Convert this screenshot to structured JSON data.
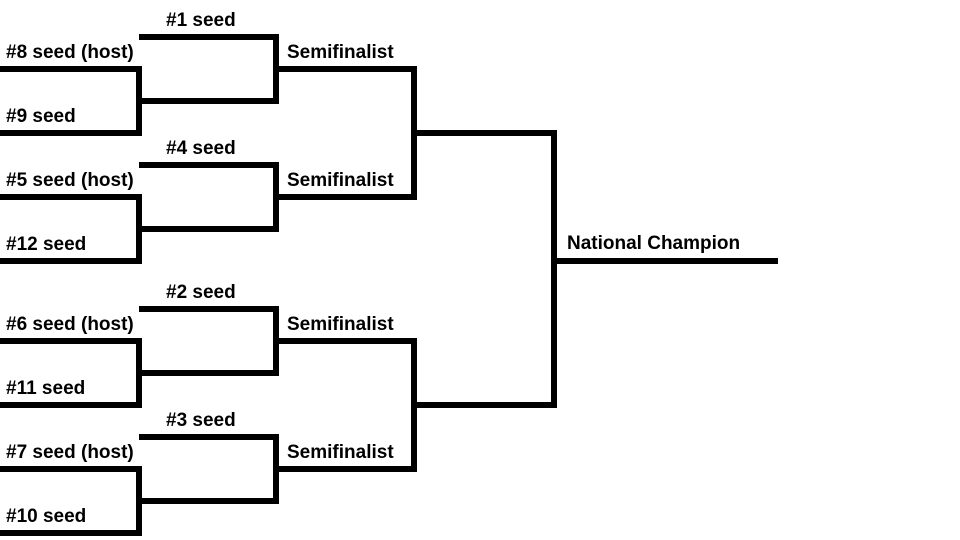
{
  "colors": {
    "line": "#000000",
    "background": "#ffffff"
  },
  "first_round": [
    {
      "top": "#8 seed (host)",
      "bottom": "#9 seed"
    },
    {
      "top": "#5 seed (host)",
      "bottom": "#12 seed"
    },
    {
      "top": "#6 seed (host)",
      "bottom": "#11 seed"
    },
    {
      "top": "#7 seed (host)",
      "bottom": "#10 seed"
    }
  ],
  "byes": [
    "#1 seed",
    "#4 seed",
    "#2 seed",
    "#3 seed"
  ],
  "semifinalists": [
    "Semifinalist",
    "Semifinalist",
    "Semifinalist",
    "Semifinalist"
  ],
  "champion": "National Champion"
}
